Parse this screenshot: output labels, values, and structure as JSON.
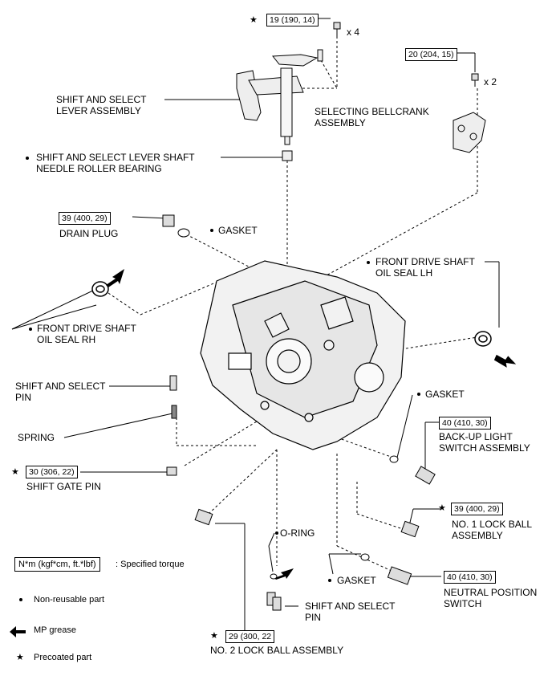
{
  "labels": {
    "shift_select_lever": [
      "SHIFT AND SELECT",
      "LEVER ASSEMBLY"
    ],
    "selecting_bellcrank": [
      "SELECTING BELLCRANK",
      "ASSEMBLY"
    ],
    "needle_bearing": [
      "SHIFT AND SELECT LEVER SHAFT",
      "NEEDLE ROLLER BEARING"
    ],
    "drain_plug": "DRAIN PLUG",
    "gasket_top": "GASKET",
    "front_drive_seal_lh": [
      "FRONT DRIVE SHAFT",
      "OIL SEAL LH"
    ],
    "front_drive_seal_rh": [
      "FRONT DRIVE SHAFT",
      "OIL SEAL RH"
    ],
    "shift_select_pin_left": [
      "SHIFT AND SELECT",
      "PIN"
    ],
    "spring": "SPRING",
    "gasket_right": "GASKET",
    "backup_light": [
      "BACK-UP LIGHT",
      "SWITCH ASSEMBLY"
    ],
    "shift_gate_pin": "SHIFT GATE PIN",
    "no1_lock_ball": [
      "NO. 1 LOCK BALL",
      "ASSEMBLY"
    ],
    "o_ring": "O-RING",
    "gasket_bottom": "GASKET",
    "neutral_switch": [
      "NEUTRAL POSITION",
      "SWITCH"
    ],
    "shift_select_pin_bottom": [
      "SHIFT AND SELECT",
      "PIN"
    ],
    "no2_lock_ball": "NO. 2 LOCK BALL ASSEMBLY",
    "qty_x4": "x 4",
    "qty_x2": "x 2"
  },
  "torques": {
    "t19": "19 (190, 14)",
    "t20": "20 (204, 15)",
    "t39_drain": "39 (400, 29)",
    "t30": "30 (306, 22)",
    "t40_backup": "40 (410, 30)",
    "t39_lockball": "39 (400, 29)",
    "t40_neutral": "40 (410, 30)",
    "t29": "29 (300, 22"
  },
  "legend": {
    "torque_unit": "N*m (kgf*cm, ft.*lbf)",
    "torque_desc": ": Specified torque",
    "non_reusable": "Non-reusable part",
    "mp_grease": "MP grease",
    "precoated": "Precoated part"
  },
  "symbols": {
    "star": "★"
  }
}
